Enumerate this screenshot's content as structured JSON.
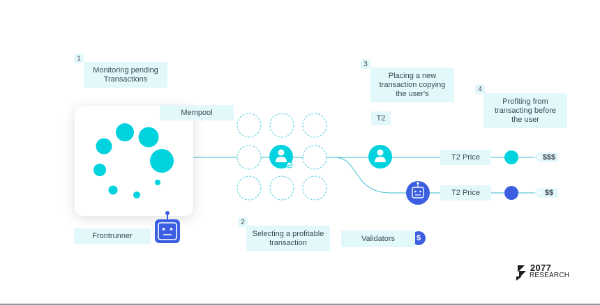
{
  "colors": {
    "cyan": "#00d2de",
    "cyan_light": "#e2f8fb",
    "blue": "#3b5fe0",
    "line": "#5fcbd6",
    "text": "#3d4852"
  },
  "steps": [
    {
      "number": "1",
      "text": "Monitoring pending\nTransactions"
    },
    {
      "number": "2",
      "text": "Selecting a profitable\ntransaction"
    },
    {
      "number": "3",
      "text": "Placing a new\ntransaction copying\nthe user's"
    },
    {
      "number": "4",
      "text": "Profiting from\ntransacting before\nthe user"
    }
  ],
  "labels": {
    "mempool": "Mempool",
    "frontrunner": "Frontrunner",
    "validators": "Validators",
    "t2": "T2",
    "t2_price_top": "T2 Price",
    "t2_price_bottom": "T2 Price",
    "profit_top": "$$$",
    "profit_bottom": "$$",
    "validator_coin": "$"
  },
  "icons": {
    "user": "user-icon",
    "robot": "robot-icon",
    "loading": "loading-spinner-icon",
    "dollar": "dollar-coin-icon",
    "check": "check-icon"
  },
  "logo": {
    "number": "2077",
    "word": "RESEARCH"
  }
}
